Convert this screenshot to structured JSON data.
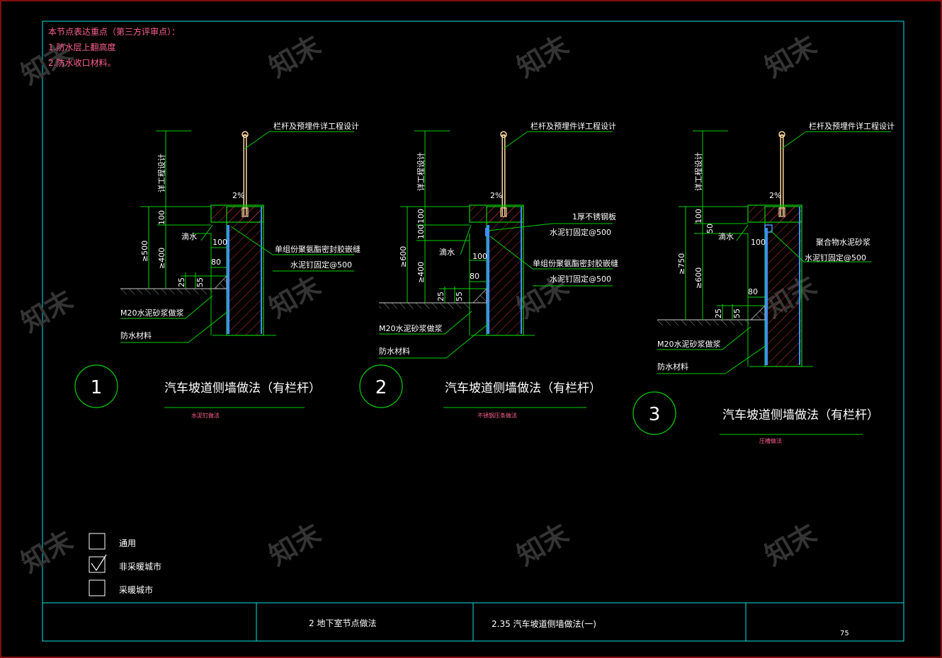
{
  "notes": {
    "heading": "本节点表达重点（第三方评审点）：",
    "items": [
      "1.防水层上翻高度",
      "2.防水收口材料。"
    ]
  },
  "details": [
    {
      "number": "1",
      "title": "汽车坡道侧墙做法（有栏杆）",
      "subtitle": "水泥钉做法",
      "labels": {
        "railing": "栏杆及预埋件详工程设计",
        "height_design": "详工程设计",
        "slope": "2%",
        "drip": "滴水",
        "sealant": "单组份聚氨酯密封胶嵌缝",
        "nail": "水泥钉固定@500",
        "mortar": "M20水泥砂浆做浆",
        "waterproof": "防水材料"
      },
      "dims": {
        "d_top": "100",
        "d_total": "≥500",
        "d_lower": "≥400",
        "d_100": "100",
        "d_80": "80",
        "d_25": "25",
        "d_55": "55"
      }
    },
    {
      "number": "2",
      "title": "汽车坡道侧墙做法（有栏杆）",
      "subtitle": "不锈钢压条做法",
      "labels": {
        "railing": "栏杆及预埋件详工程设计",
        "height_design": "详工程设计",
        "slope": "2%",
        "drip": "滴水",
        "plate": "1厚不锈钢板",
        "nail_a": "水泥钉固定@500",
        "sealant": "单组份聚氨酯密封胶嵌缝",
        "nail_b": "水泥钉固定@500",
        "mortar": "M20水泥砂浆做浆",
        "waterproof": "防水材料"
      },
      "dims": {
        "d_top": "100",
        "d_top2": "100",
        "d_total": "≥600",
        "d_lower": "≥400",
        "d_100": "100",
        "d_80": "80",
        "d_25": "25",
        "d_55": "55"
      }
    },
    {
      "number": "3",
      "title": "汽车坡道侧墙做法（有栏杆）",
      "subtitle": "压槽做法",
      "labels": {
        "railing": "栏杆及预埋件详工程设计",
        "height_design": "详工程设计",
        "slope": "2%",
        "drip": "滴水",
        "mortar_poly": "聚合物水泥砂浆",
        "nail": "水泥钉固定@500",
        "mortar": "M20水泥砂浆做浆",
        "waterproof": "防水材料"
      },
      "dims": {
        "d_top": "100",
        "d_top2": "50",
        "d_total": "≥750",
        "d_lower": "≥600",
        "d_100": "100",
        "d_80": "80",
        "d_25": "25",
        "d_55": "55"
      }
    }
  ],
  "legend": [
    {
      "label": "通用",
      "checked": false
    },
    {
      "label": "非采暖城市",
      "checked": true
    },
    {
      "label": "采暖城市",
      "checked": false
    }
  ],
  "title_block": {
    "section": "2  地下室节点做法",
    "drawing": "2.35  汽车坡道侧墙做法(一)",
    "page": "75"
  },
  "watermark": "知末",
  "colors": {
    "background": "#000000",
    "frame": "#00e5e5",
    "outer_frame": "#ff2020",
    "line": "#00d000",
    "text": "#ffffff",
    "notes": "#ff6090",
    "concrete": "#ff6060",
    "waterproof": "#3f8fff",
    "railing": "#ffd8a0",
    "watermark": "#3a3a3a"
  }
}
